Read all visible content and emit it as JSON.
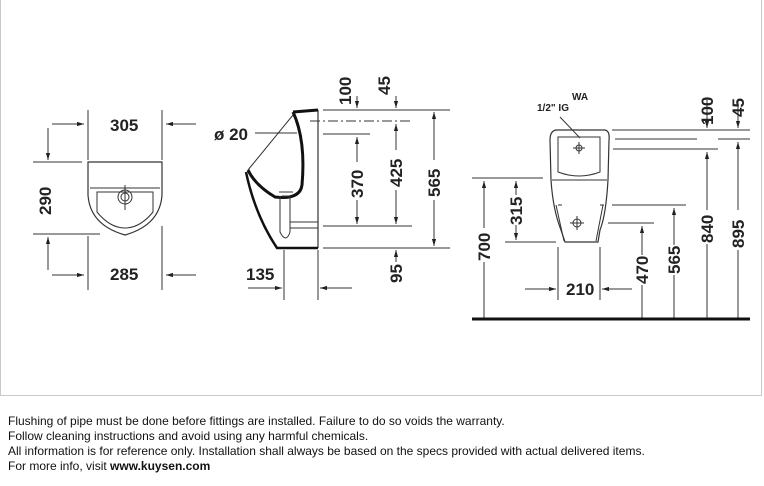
{
  "drawing": {
    "top_view": {
      "width_top": "305",
      "depth": "290",
      "width_bottom": "285"
    },
    "side_view": {
      "inlet_diameter": "ø 20",
      "dim_100": "100",
      "dim_45": "45",
      "dim_370": "370",
      "dim_425": "425",
      "dim_565": "565",
      "dim_95": "95",
      "dim_135": "135"
    },
    "front_view": {
      "water_inlet_label": "WA",
      "water_inlet_size": "1/2\" IG",
      "dim_100": "100",
      "dim_45": "45",
      "dim_700": "700",
      "dim_315": "315",
      "dim_210": "210",
      "dim_470": "470",
      "dim_565": "565",
      "dim_840": "840",
      "dim_895": "895"
    }
  },
  "notes": {
    "line1": "Flushing of pipe must be done before fittings are installed. Failure to do so voids the warranty.",
    "line2": "Follow cleaning instructions and avoid using any harmful chemicals.",
    "line3": "All information is for reference only. Installation shall always be based on the specs provided with actual delivered items.",
    "line4_prefix": "For more info, visit ",
    "line4_link": "www.kuysen.com"
  }
}
